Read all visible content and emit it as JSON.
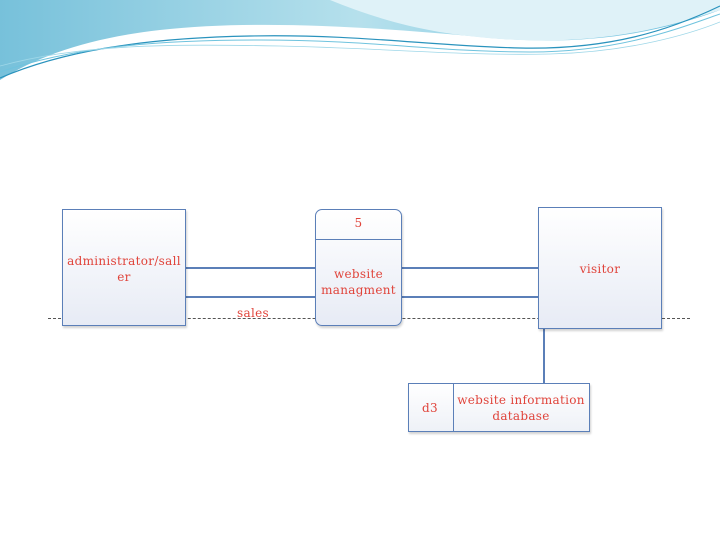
{
  "diagram": {
    "entities": {
      "admin": "administrator/saller",
      "admin_line1": "administrator/sall",
      "admin_line2": "er",
      "visitor": "visitor"
    },
    "process": {
      "number": "5",
      "line1": "website",
      "line2": "managment"
    },
    "flows": {
      "sales": "sales"
    },
    "datastore": {
      "id": "d3",
      "line1": "website information",
      "line2": "database"
    }
  },
  "colors": {
    "text": "#e0443b",
    "border": "#5b7fb8"
  }
}
